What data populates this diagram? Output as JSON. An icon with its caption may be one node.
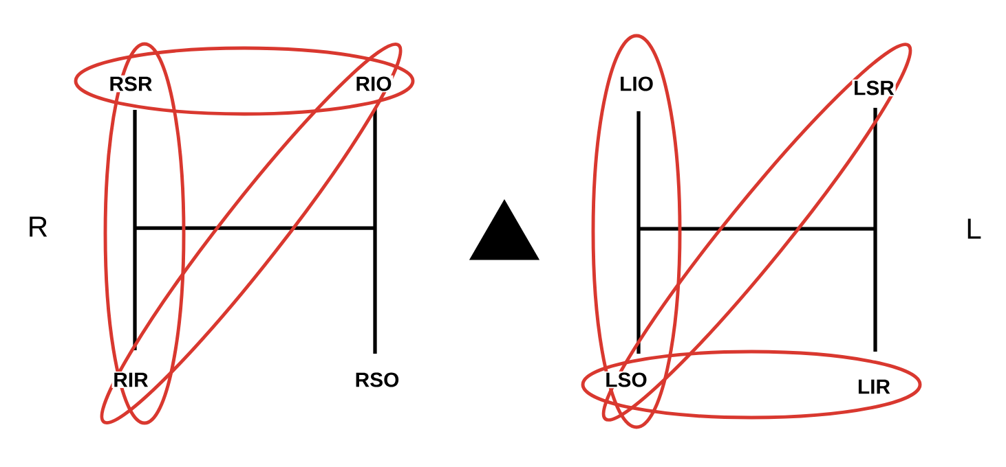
{
  "diagram": {
    "nodes": [
      {
        "text": [],
        "shape": "triangle"
      }
    ],
    "labels": [
      "RSR",
      "RIO",
      "R",
      "RIR",
      "RSO",
      "LIO",
      "LSR",
      "L",
      "LSO",
      "LIR"
    ]
  }
}
